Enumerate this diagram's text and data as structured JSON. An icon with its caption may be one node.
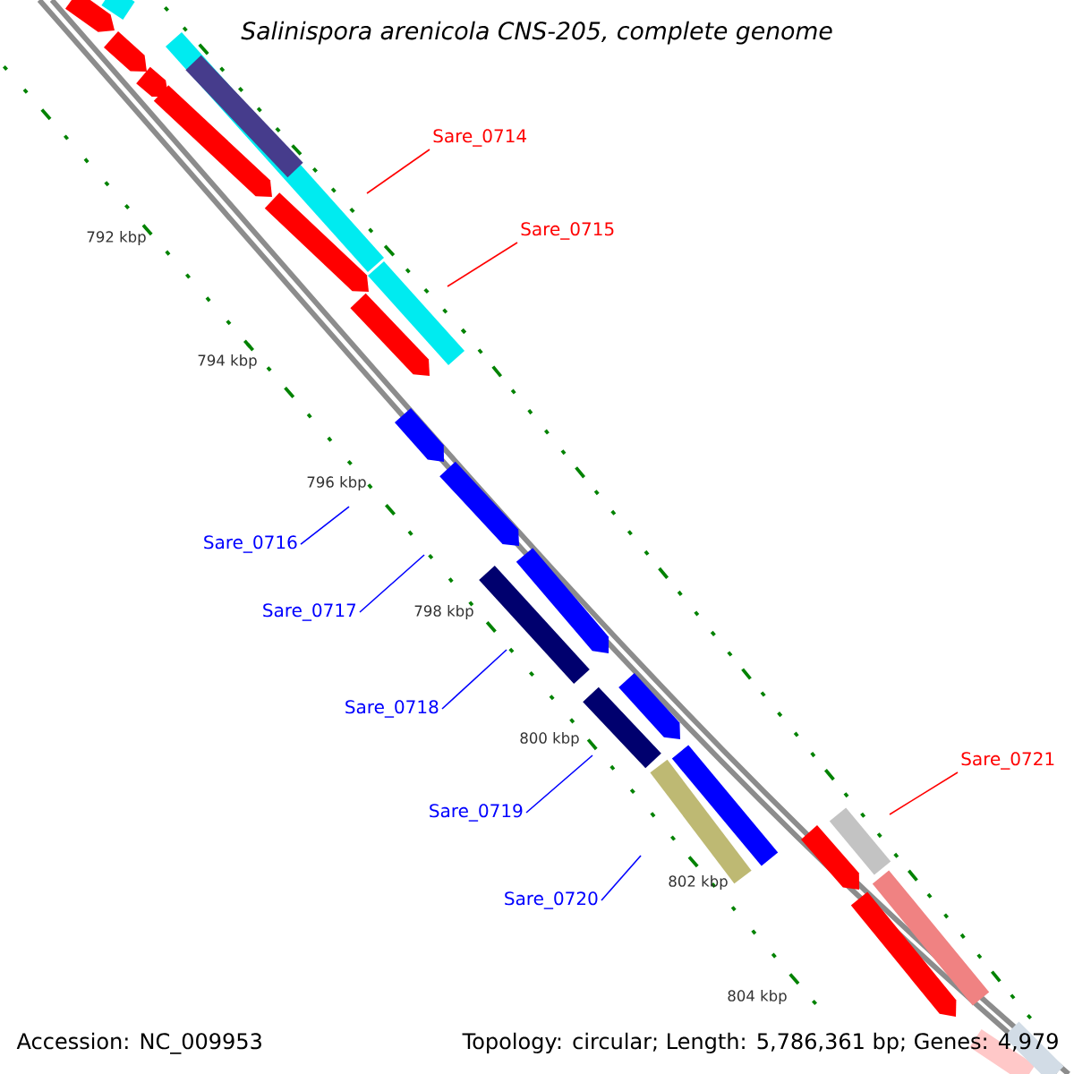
{
  "diagram": {
    "title": "*Salinispora arenicola* CNS-205, complete genome",
    "nodes": [
      {
        "text": [
          "Sare_0714"
        ]
      },
      {
        "text": [
          "Sare_0715"
        ]
      },
      {
        "text": [
          "Sare_0716"
        ]
      },
      {
        "text": [
          "Sare_0717"
        ]
      },
      {
        "text": [
          "Sare_0718"
        ]
      },
      {
        "text": [
          "Sare_0719"
        ]
      },
      {
        "text": [
          "Sare_0720"
        ]
      },
      {
        "text": [
          "Sare_0721"
        ]
      }
    ],
    "edges": [
      {
        "from": 0,
        "to": null,
        "arrow": "none",
        "color": "#ff0000"
      },
      {
        "from": 1,
        "to": null,
        "arrow": "none",
        "color": "#ff0000"
      },
      {
        "from": 2,
        "to": null,
        "arrow": "none"
      },
      {
        "from": 3,
        "to": null,
        "arrow": "none"
      },
      {
        "from": 4,
        "to": null,
        "arrow": "none"
      },
      {
        "from": 5,
        "to": null,
        "arrow": "none"
      },
      {
        "from": 6,
        "to": null,
        "arrow": "none"
      },
      {
        "from": 7,
        "to": null,
        "arrow": "none",
        "color": "#ff0000"
      }
    ],
    "labels": [
      "792 kbp",
      "794 kbp",
      "796 kbp",
      "798 kbp",
      "800 kbp",
      "802 kbp",
      "804 kbp",
      "Accession: NC_009953",
      "Topology: circular; Length: 5,786,361 bp; Genes: 4,979"
    ]
  }
}
